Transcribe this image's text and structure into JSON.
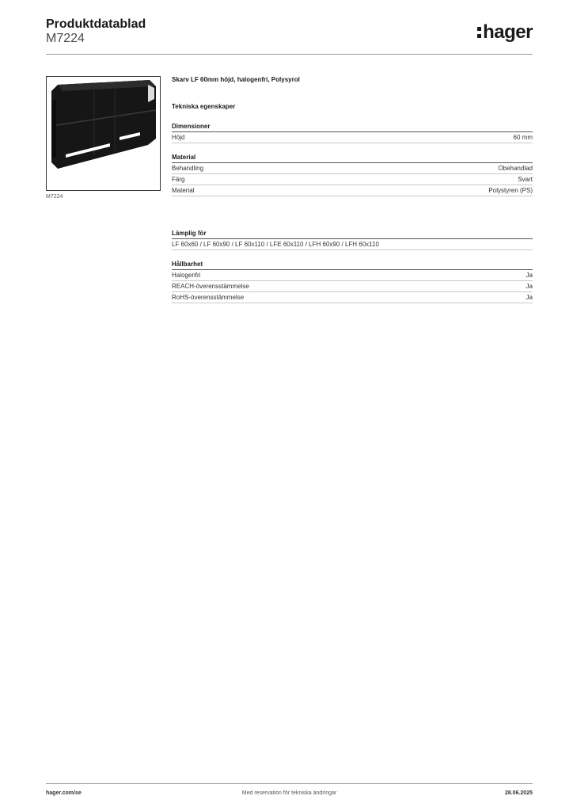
{
  "header": {
    "title": "Produktdatablad",
    "subtitle": "M7224",
    "logo_text": "hager"
  },
  "image": {
    "caption": "M7224"
  },
  "product": {
    "name": "Skarv LF 60mm höjd, halogenfri, Polysyrol",
    "section_intro": "Tekniska egenskaper"
  },
  "dimensioner": {
    "title": "Dimensioner",
    "rows": [
      {
        "label": "Höjd",
        "value": "60 mm"
      }
    ]
  },
  "material": {
    "title": "Material",
    "rows": [
      {
        "label": "Behandling",
        "value": "Obehandlad"
      },
      {
        "label": "Färg",
        "value": "Svart"
      },
      {
        "label": "Material",
        "value": "Polystyren (PS)"
      }
    ]
  },
  "lamplig": {
    "title": "Lämplig för",
    "text": "LF 60x60 / LF 60x90 / LF 60x110 / LFE 60x110 / LFH 60x90 / LFH 60x110"
  },
  "hallbarhet": {
    "title": "Hållbarhet",
    "rows": [
      {
        "label": "Halogenfri",
        "value": "Ja"
      },
      {
        "label": "REACH-överensstämmelse",
        "value": "Ja"
      },
      {
        "label": "RoHS-överensstämmelse",
        "value": "Ja"
      }
    ]
  },
  "footer": {
    "website": "hager.com/se",
    "disclaimer": "Med reservation för tekniska ändringar",
    "date": "28.06.2025"
  }
}
